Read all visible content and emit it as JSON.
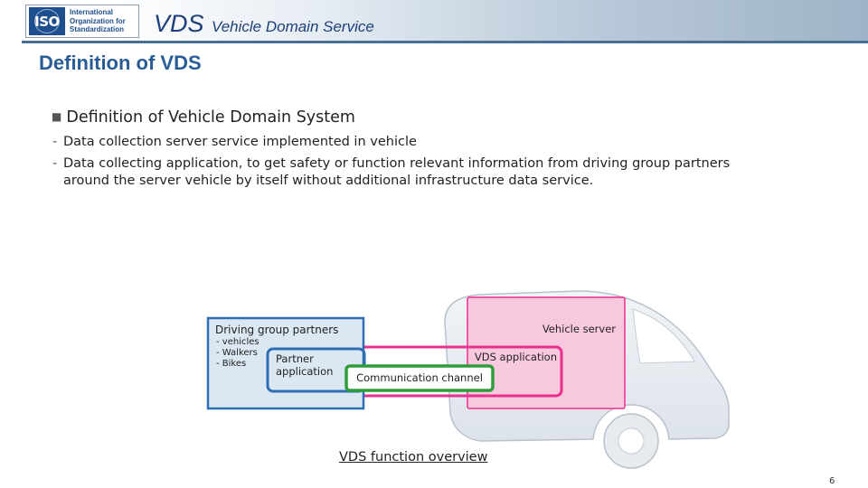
{
  "header": {
    "logo_mark": "ISO",
    "logo_name_lines": [
      "International",
      "Organization for",
      "Standardization"
    ],
    "title_big": "VDS",
    "title_small": "Vehicle Domain Service"
  },
  "page_title": "Definition of VDS",
  "bullets": {
    "main": "Definition of Vehicle Domain System",
    "sub_1": "Data collection server service implemented in vehicle",
    "sub_2_line1": "Data collecting application, to get safety or function relevant information from driving group partners",
    "sub_2_line2": "around the server vehicle by itself without additional infrastructure data service."
  },
  "diagram": {
    "group_title": "Driving group partners",
    "group_items": [
      "vehicles",
      "Walkers",
      "Bikes"
    ],
    "partner_app_lines": [
      "Partner",
      "application"
    ],
    "vehicle_server": "Vehicle server",
    "vds_app": "VDS application",
    "channel": "Communication channel",
    "colors": {
      "blue": "#2f6db5",
      "pink": "#e8308f",
      "green": "#2e9e3a",
      "pink_fill": "#f8c9de",
      "blue_fill": "#dbe7f2"
    }
  },
  "caption": "VDS function overview",
  "page_number": "6"
}
